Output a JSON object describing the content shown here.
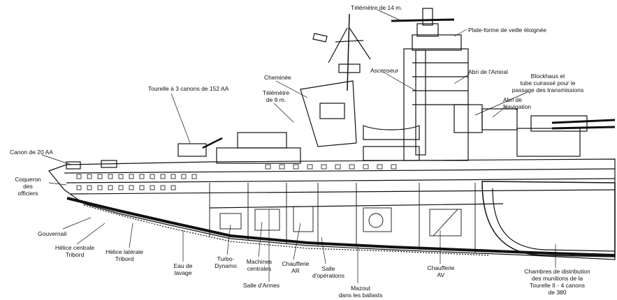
{
  "labels": {
    "telemetre_14": "Télémètre de 14 m.",
    "plate_forme": "Plate-forme de veille éloignée",
    "cheminee": "Cheminée",
    "ascenseur": "Ascenseur",
    "abri_amiral": "Abri de l'Amiral",
    "blockhaus_1": "Blockhaus et",
    "blockhaus_2": "tube cuirassé pour le",
    "blockhaus_3": "passage des transmissions",
    "tourelle_152": "Tourelle à 3 canons de 152 AA",
    "telemetre_9_1": "Télémètre",
    "telemetre_9_2": "de 9 m.",
    "abri_nav_1": "Abri de",
    "abri_nav_2": "Navigation",
    "canon_20": "Canon de 20 AA",
    "coqueron_1": "Coqueron",
    "coqueron_2": "des",
    "coqueron_3": "officiers",
    "gouvernail": "Gouvernail",
    "helice_centrale_1": "Hélice centrale",
    "helice_centrale_2": "Tribord",
    "helice_laterale_1": "Hélice latérale",
    "helice_laterale_2": "Tribord",
    "eau_1": "Eau de",
    "eau_2": "lavage",
    "turbo_1": "Turbo-",
    "turbo_2": "Dynamo",
    "machines_1": "Machines",
    "machines_2": "centrales",
    "salle_armes": "Salle d'Armes",
    "chaufferie_ar_1": "Chaufferie",
    "chaufferie_ar_2": "AR",
    "salle_op_1": "Salle",
    "salle_op_2": "d'opérations",
    "mazout_1": "Mazout",
    "mazout_2": "dans les ballasts",
    "chaufferie_av_1": "Chaufferie",
    "chaufferie_av_2": "AV",
    "chambres_1": "Chambres de distribution",
    "chambres_2": "des munitions de la",
    "chambres_3": "Tourelle II - 4 canons",
    "chambres_4": "de 380"
  }
}
